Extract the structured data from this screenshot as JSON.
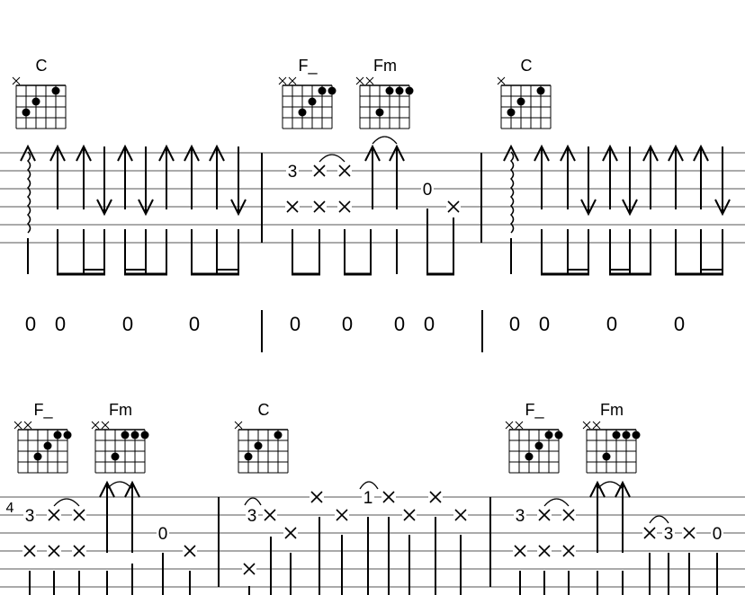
{
  "time_signature": "4",
  "chords": {
    "row1": [
      "C",
      "F_",
      "Fm",
      "C"
    ],
    "row2": [
      "F_",
      "Fm",
      "C",
      "F_",
      "Fm"
    ]
  },
  "chord_shapes": {
    "C": {
      "muted": [
        6
      ],
      "dots": [
        [
          5,
          3
        ],
        [
          4,
          2
        ],
        [
          2,
          1
        ]
      ]
    },
    "F_": {
      "muted": [
        6,
        5
      ],
      "dots": [
        [
          4,
          3
        ],
        [
          3,
          2
        ],
        [
          2,
          1
        ],
        [
          1,
          1
        ]
      ]
    },
    "Fm": {
      "muted": [
        6,
        5
      ],
      "dots": [
        [
          4,
          3
        ],
        [
          3,
          1
        ],
        [
          2,
          1
        ],
        [
          1,
          1
        ]
      ]
    }
  },
  "rhythm_counts": [
    "0",
    "0",
    "0",
    "0",
    "0",
    "0",
    "0",
    "0",
    "0",
    "0",
    "0",
    "0"
  ],
  "staff1_notes": [
    {
      "s": 2,
      "f": "3"
    },
    {
      "s": 2,
      "f": "x"
    },
    {
      "s": 2,
      "f": "x"
    },
    {
      "s": 4,
      "f": "x"
    },
    {
      "s": 4,
      "f": "x"
    },
    {
      "s": 4,
      "f": "x"
    },
    {
      "s": 3,
      "f": "0"
    },
    {
      "s": 4,
      "f": "x"
    }
  ],
  "staff2_notes": [
    {
      "s": 2,
      "f": "3"
    },
    {
      "s": 2,
      "f": "x"
    },
    {
      "s": 2,
      "f": "x"
    },
    {
      "s": 4,
      "f": "x"
    },
    {
      "s": 4,
      "f": "x"
    },
    {
      "s": 4,
      "f": "x"
    },
    {
      "s": 3,
      "f": "0"
    },
    {
      "s": 4,
      "f": "x"
    },
    {
      "s": 2,
      "f": "3"
    },
    {
      "s": 2,
      "f": "x"
    },
    {
      "s": 3,
      "f": "x"
    },
    {
      "s": 5,
      "f": "x"
    },
    {
      "s": 1,
      "f": "x"
    },
    {
      "s": 2,
      "f": "x"
    },
    {
      "s": 1,
      "f": "1"
    },
    {
      "s": 1,
      "f": "x"
    },
    {
      "s": 2,
      "f": "x"
    },
    {
      "s": 1,
      "f": "x"
    },
    {
      "s": 2,
      "f": "x"
    },
    {
      "s": 2,
      "f": "3"
    },
    {
      "s": 2,
      "f": "x"
    },
    {
      "s": 2,
      "f": "x"
    },
    {
      "s": 4,
      "f": "x"
    },
    {
      "s": 4,
      "f": "x"
    },
    {
      "s": 4,
      "f": "x"
    },
    {
      "s": 3,
      "f": "x"
    },
    {
      "s": 3,
      "f": "3"
    },
    {
      "s": 3,
      "f": "x"
    },
    {
      "s": 3,
      "f": "0"
    }
  ],
  "strums_staff1": [
    "arp-up",
    "up",
    "up",
    "down",
    "up",
    "down",
    "up",
    "up",
    "up",
    "down",
    "up",
    "up",
    "arp-up",
    "up",
    "up",
    "down",
    "up",
    "down",
    "up",
    "up",
    "up",
    "down"
  ],
  "strums_staff2": [
    "up",
    "up",
    "up",
    "up"
  ]
}
